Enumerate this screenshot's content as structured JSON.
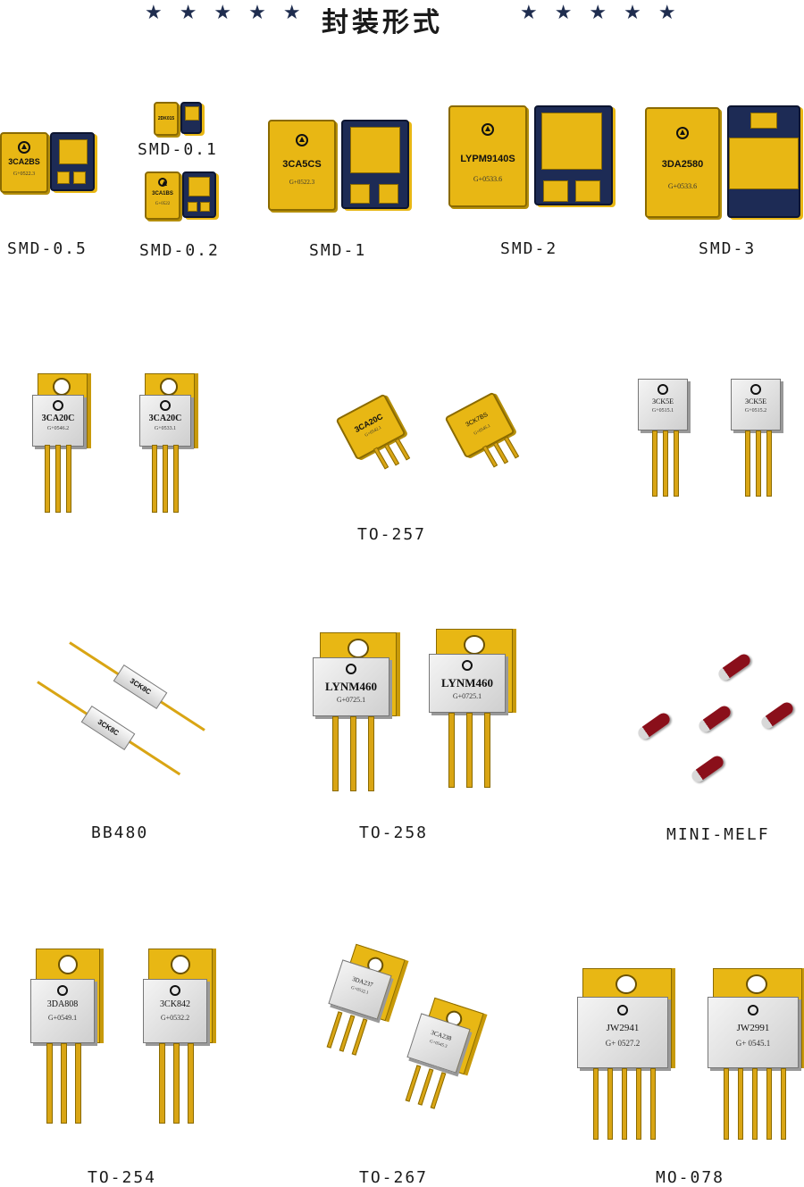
{
  "header": {
    "title": "封装形式",
    "stars_left": "★ ★ ★ ★ ★",
    "stars_right": "★ ★ ★ ★ ★"
  },
  "labels": {
    "smd05": "SMD-0.5",
    "smd01": "SMD-0.1",
    "smd02": "SMD-0.2",
    "smd1": "SMD-1",
    "smd2": "SMD-2",
    "smd3": "SMD-3",
    "to257": "TO-257",
    "bb480": "BB480",
    "to258": "TO-258",
    "minimelf": "MINI-MELF",
    "to254": "TO-254",
    "to267": "TO-267",
    "mo078": "MO-078"
  },
  "parts": {
    "smd05": {
      "pn": "3CA2BS",
      "code": "G+0522.3"
    },
    "smd01": {
      "pn": "2DK015",
      "code": ""
    },
    "smd02": {
      "pn": "3CA1BS",
      "code": "G+0522"
    },
    "smd1": {
      "pn": "3CA5CS",
      "code": "G+0522.3"
    },
    "smd2": {
      "pn": "LYPM9140S",
      "code": "G+0533.6"
    },
    "smd3": {
      "pn": "3DA2580",
      "code": "G+0533.6"
    },
    "to257_a": {
      "pn": "3CA20C",
      "code": "G+0546.2"
    },
    "to257_b": {
      "pn": "3CA20C",
      "code": "G+0533.1"
    },
    "to257_c": {
      "pn": "3CA20C",
      "code": "G+0542.1"
    },
    "to257_d": {
      "pn": "3CK7BS",
      "code": "G+0545.1"
    },
    "to257_e": {
      "pn": "3CK5E",
      "code": "G+0515.1"
    },
    "to257_f": {
      "pn": "3CK5E",
      "code": "G+0515.2"
    },
    "bb480_a": {
      "pn": "3CK8C"
    },
    "bb480_b": {
      "pn": "3CK8C"
    },
    "to258_a": {
      "pn": "LYNM460",
      "code": "G+0725.1"
    },
    "to258_b": {
      "pn": "LYNM460",
      "code": "G+0725.1"
    },
    "to254_a": {
      "pn": "3DA808",
      "code": "G+0549.1"
    },
    "to254_b": {
      "pn": "3CK842",
      "code": "G+0532.2"
    },
    "to267_a": {
      "pn": "3DA237",
      "code": "G+0532.1"
    },
    "to267_b": {
      "pn": "3CA238",
      "code": "G+0545.3"
    },
    "mo078_a": {
      "pn": "JW2941",
      "code": "G+ 0527.2"
    },
    "mo078_b": {
      "pn": "JW2991",
      "code": "G+ 0545.1"
    }
  },
  "colors": {
    "gold": "#e8b714",
    "navy": "#1d2b55",
    "melf_red": "#8a0f1a"
  }
}
